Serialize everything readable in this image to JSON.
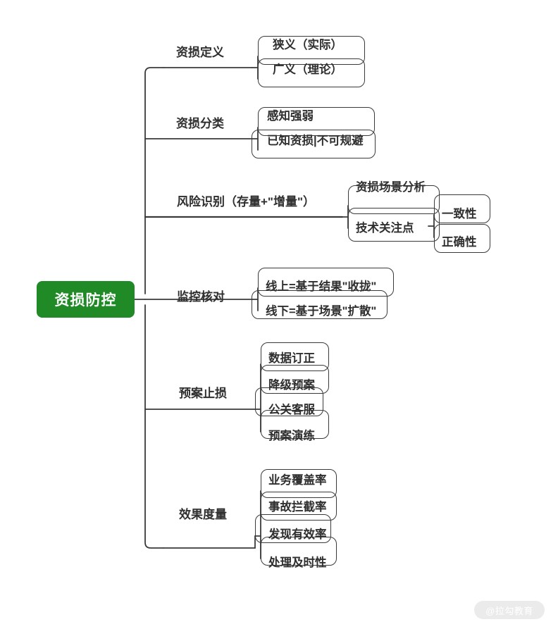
{
  "diagram": {
    "type": "mind-map",
    "title": "资损防控",
    "background_color": "#ffffff",
    "root_color": "#1f8a26",
    "line_color": "#3a3a3a",
    "text_color": "#2f2f2f"
  },
  "root": {
    "label": "资损防控"
  },
  "branches": [
    {
      "label": "资损定义",
      "children": [
        {
          "label": "狭义（实际）"
        },
        {
          "label": "广义（理论）"
        }
      ]
    },
    {
      "label": "资损分类",
      "children": [
        {
          "label": "感知强弱"
        },
        {
          "label": "已知资损|不可规避"
        }
      ]
    },
    {
      "label": "风险识别（存量+\"增量\"）",
      "children": [
        {
          "label": "资损场景分析"
        },
        {
          "label": "技术关注点",
          "children": [
            {
              "label": "一致性"
            },
            {
              "label": "正确性"
            }
          ]
        }
      ]
    },
    {
      "label": "监控核对",
      "children": [
        {
          "label": "线上=基于结果\"收拢\""
        },
        {
          "label": "线下=基于场景\"扩散\""
        }
      ]
    },
    {
      "label": "预案止损",
      "children": [
        {
          "label": "数据订正"
        },
        {
          "label": "降级预案"
        },
        {
          "label": "公关客服"
        },
        {
          "label": "预案演练"
        }
      ]
    },
    {
      "label": "效果度量",
      "children": [
        {
          "label": "业务覆盖率"
        },
        {
          "label": "事故拦截率"
        },
        {
          "label": "发现有效率"
        },
        {
          "label": "处理及时性"
        }
      ]
    }
  ],
  "watermark": {
    "label": "@拉勾教育"
  }
}
